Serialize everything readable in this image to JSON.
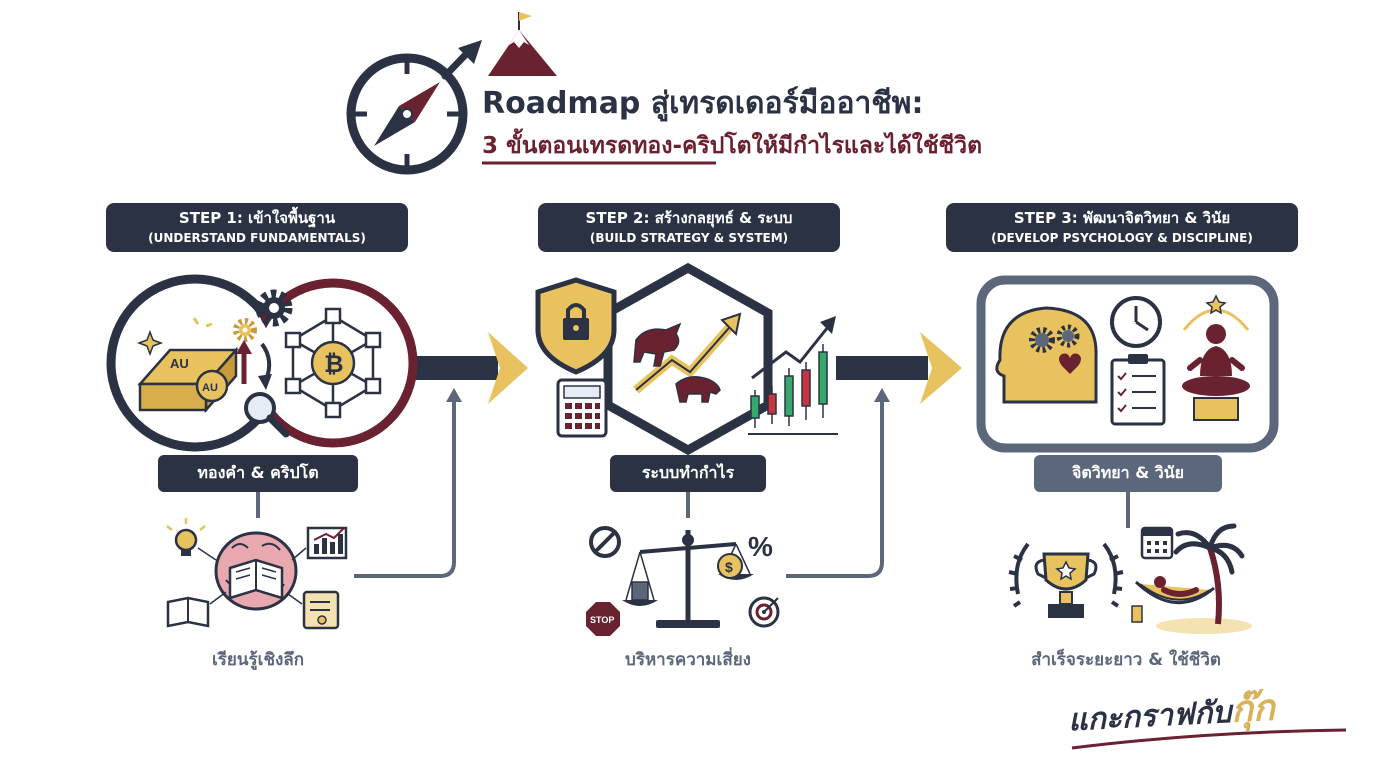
{
  "header": {
    "title": "Roadmap สู่เทรดเดอร์มืออาชีพ:",
    "subtitle": "3 ขั้นตอนเทรดทอง-คริปโตให้มีกำไรและได้ใช้ชีวิต"
  },
  "steps": [
    {
      "heading": "STEP 1: เข้าใจพื้นฐาน",
      "subheading": "(UNDERSTAND FUNDAMENTALS)",
      "label": "ทองคำ & คริปโต",
      "caption": "เรียนรู้เชิงลึก",
      "icon_text": [
        "AU",
        "AU"
      ]
    },
    {
      "heading": "STEP 2: สร้างกลยุทธ์ & ระบบ",
      "subheading": "(BUILD STRATEGY & SYSTEM)",
      "label": "ระบบทำกำไร",
      "caption": "บริหารความเสี่ยง",
      "icon_text": [
        "STOP",
        "%",
        "$"
      ]
    },
    {
      "heading": "STEP 3: พัฒนาจิตวิทยา & วินัย",
      "subheading": "(DEVELOP PSYCHOLOGY & DISCIPLINE)",
      "label": "จิตวิทยา & วินัย",
      "caption": "สำเร็จระยะยาว & ใช้ชีวิต"
    }
  ],
  "signature": {
    "text": "แกะกราฟกับ",
    "accent": "กุ๊ก"
  },
  "colors": {
    "navy": "#2a3244",
    "maroon": "#6b2230",
    "gold": "#e8c25e",
    "slate": "#5d677b"
  },
  "icons": [
    "compass-icon",
    "mountain-flag-icon",
    "gold-bar-icon",
    "gear-icon",
    "bitcoin-network-icon",
    "magnifier-icon",
    "shield-lock-icon",
    "bull-bear-icon",
    "calculator-icon",
    "candlestick-chart-icon",
    "head-gears-icon",
    "clock-icon",
    "checklist-icon",
    "meditation-icon",
    "brain-book-icon",
    "balance-scale-icon",
    "trophy-icon",
    "hammock-palm-icon"
  ]
}
